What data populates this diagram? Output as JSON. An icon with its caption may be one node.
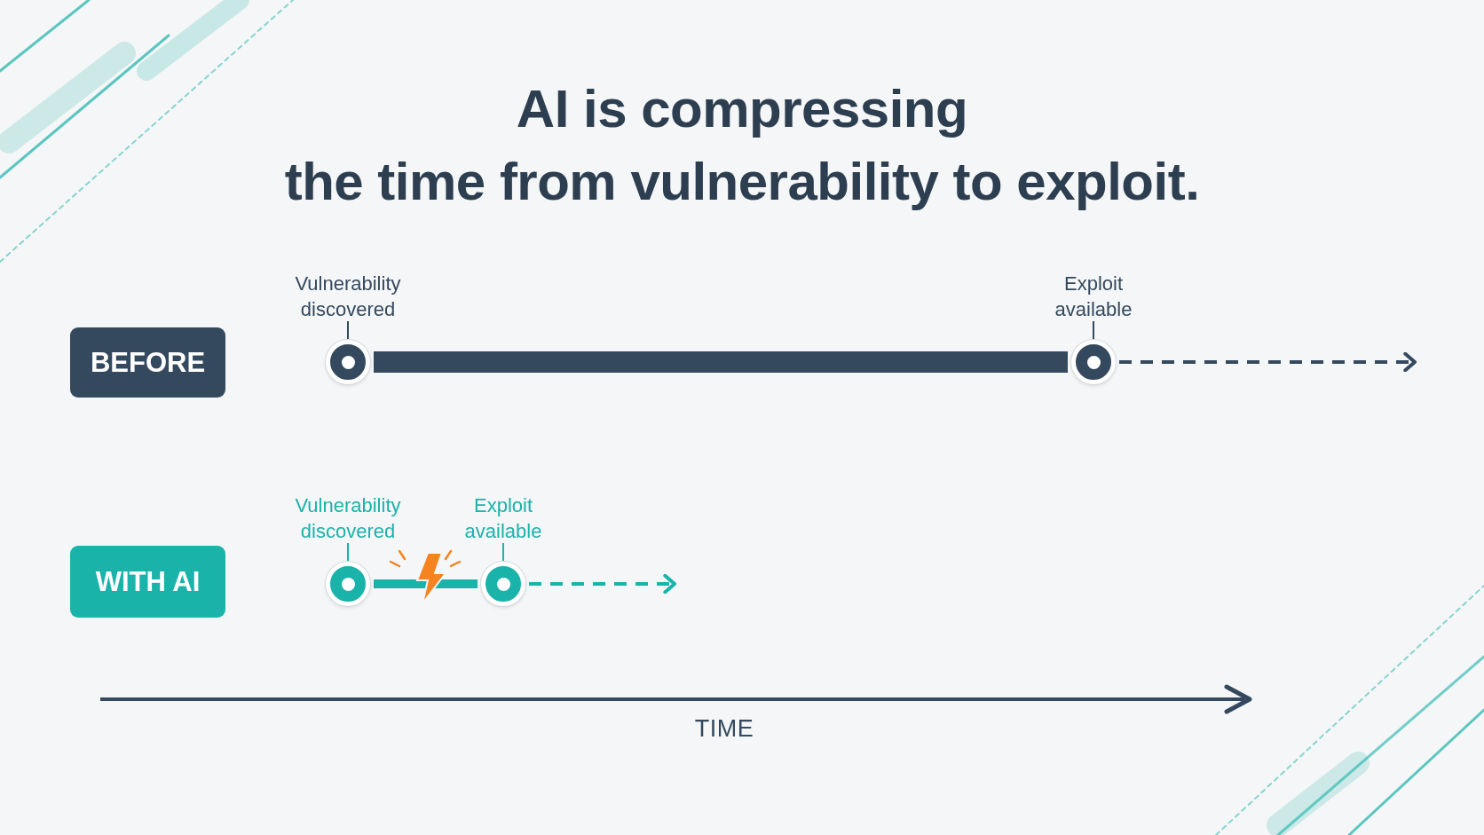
{
  "diagram": {
    "title": "AI is compressing the time from vulnerability to exploit.",
    "nodes": [
      {
        "text": [
          "BEFORE"
        ]
      },
      {
        "text": [
          "Vulnerability discovered"
        ]
      },
      {
        "text": [
          "Exploit available"
        ]
      },
      {
        "text": [
          "WITH AI"
        ]
      },
      {
        "text": [
          "Vulnerability discovered"
        ]
      },
      {
        "text": [
          "Exploit available"
        ]
      }
    ],
    "edges": [
      {
        "from": 1,
        "to": 2,
        "arrow": "none",
        "style": "thick",
        "color": "#34495e"
      },
      {
        "from": 2,
        "to": null,
        "arrow": "to",
        "style": "dashed",
        "color": "#34495e"
      },
      {
        "from": 4,
        "to": 5,
        "arrow": "none",
        "style": "thick",
        "color": "#1ab3aa"
      },
      {
        "from": 5,
        "to": null,
        "arrow": "to",
        "style": "dashed",
        "color": "#1ab3aa"
      }
    ],
    "labels": [
      "TIME"
    ]
  }
}
